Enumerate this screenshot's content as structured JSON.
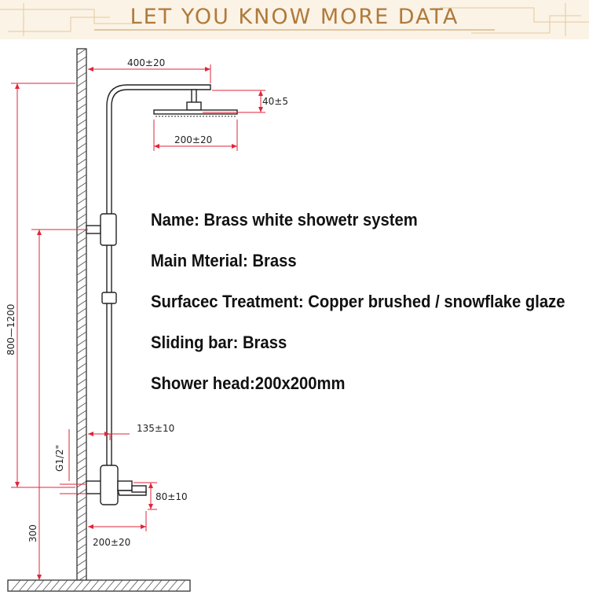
{
  "banner": {
    "title": "LET YOU KNOW MORE DATA"
  },
  "specs": [
    "Name: Brass white showetr system",
    "Main Mterial: Brass",
    "Surfacec Treatment: Copper brushed / snowflake glaze",
    "Sliding bar: Brass",
    "Shower head:200x200mm"
  ],
  "dimensions": {
    "arm_length": "400±20",
    "head_drop": "40±5",
    "head_width": "200±20",
    "total_height": "800—1200",
    "thread": "G1/2\"",
    "valve_offset": "135±10",
    "spout_height": "80±10",
    "floor_height": "300",
    "spout_length": "200±20"
  },
  "colors": {
    "banner_text": "#b07a3c",
    "dimension_line": "#e0253a",
    "drawing_line": "#222222"
  }
}
